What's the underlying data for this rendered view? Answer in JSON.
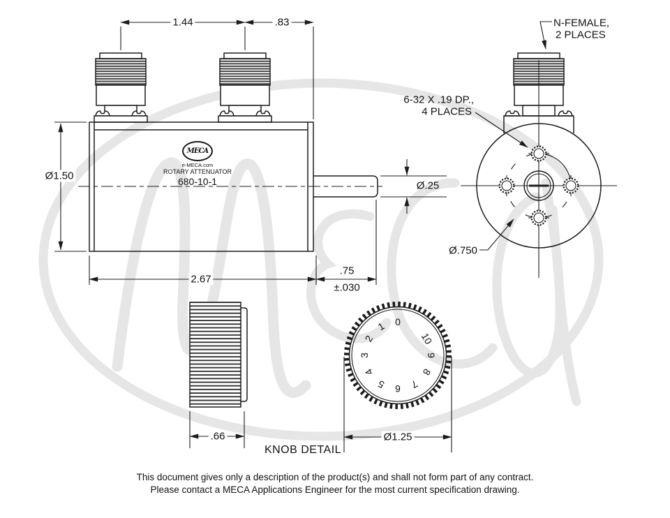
{
  "drawing": {
    "line_color": "#1c1c1c",
    "watermark_color": "#e6e6e6",
    "watermark_text": "MECA"
  },
  "side_view": {
    "dim_connector_spacing": "1.44",
    "dim_connector_to_edge": ".83",
    "dim_body_diameter": "Ø1.50",
    "dim_shaft_diameter": "Ø.25",
    "dim_body_length": "2.67",
    "dim_shaft_length": ".75",
    "dim_shaft_tolerance": "±.030",
    "nameplate": {
      "logo": "MECA",
      "website": "e-MECA.com",
      "product": "ROTARY ATTENUATOR",
      "model": "680-10-1"
    }
  },
  "end_view": {
    "connector_callout_line1": "N-FEMALE,",
    "connector_callout_line2": "2 PLACES",
    "tap_callout_line1": "6-32 X .19 DP.,",
    "tap_callout_line2": "4 PLACES",
    "dim_bolt_circle": "Ø.750"
  },
  "knob_detail": {
    "caption": "KNOB DETAIL",
    "dim_knob_width": ".66",
    "dim_knob_diameter": "Ø1.25",
    "dial_numbers": [
      "0",
      "1",
      "2",
      "3",
      "4",
      "5",
      "6",
      "7",
      "8",
      "9",
      "10"
    ]
  },
  "footer": {
    "line1": "This document gives only a description of the product(s) and shall not form part of any contract.",
    "line2": "Please contact a MECA Applications Engineer for the most current specification drawing."
  }
}
